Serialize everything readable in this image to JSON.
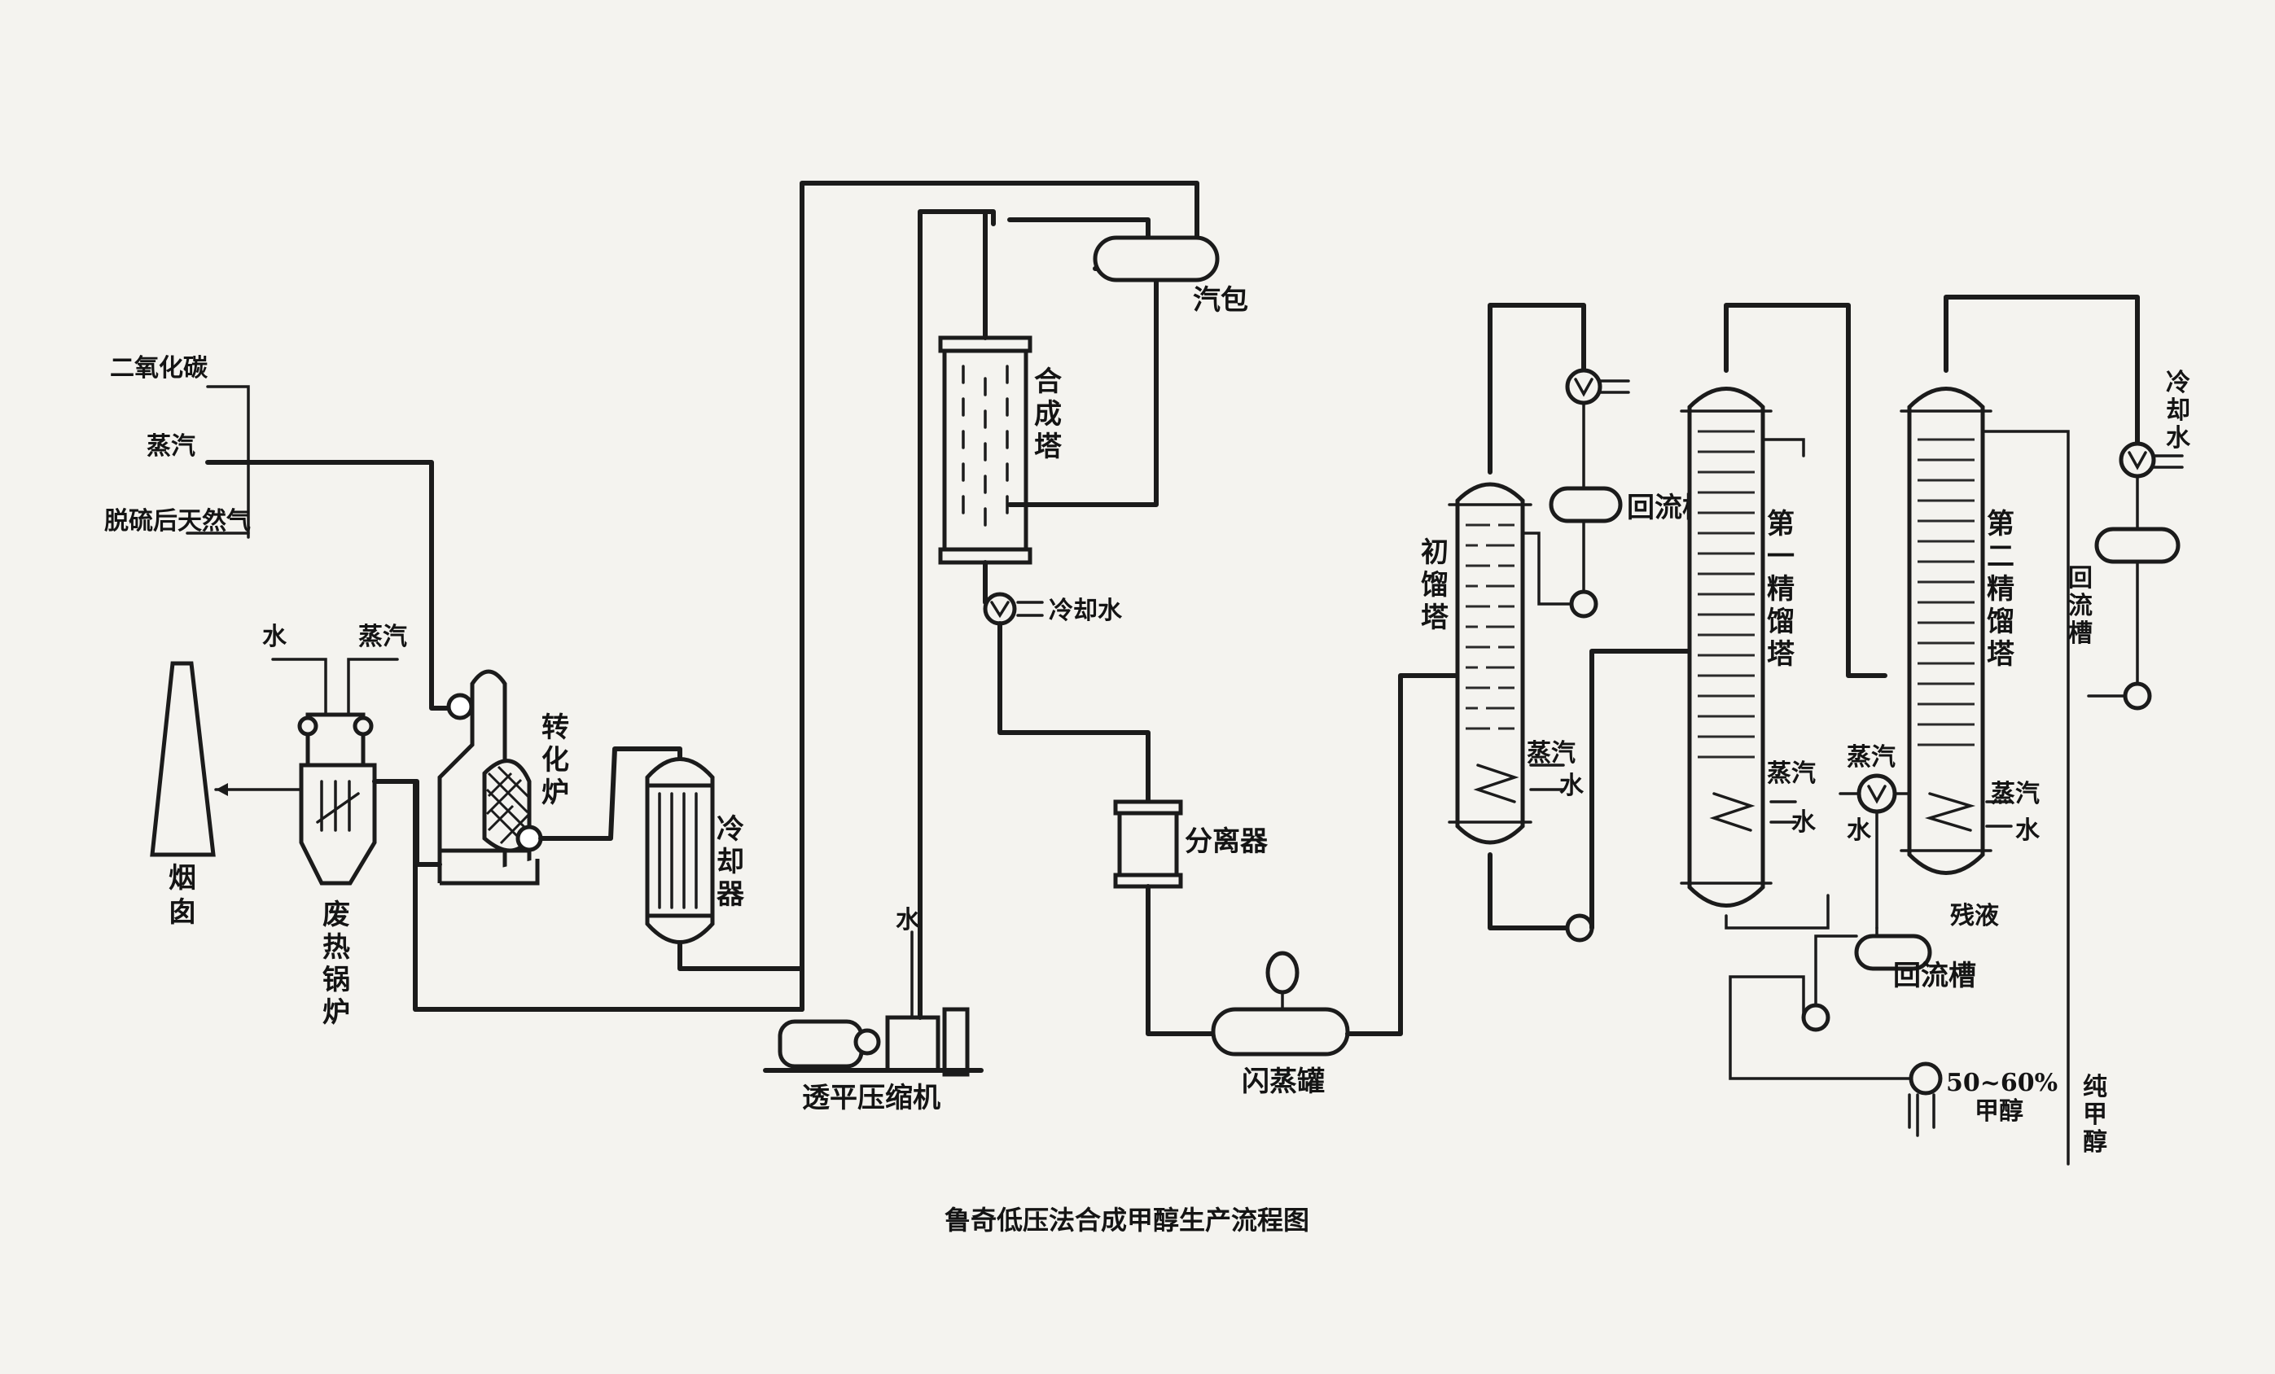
{
  "caption": "鲁奇低压法合成甲醇生产流程图",
  "feeds": {
    "co2": "二氧化碳",
    "steam": "蒸汽",
    "natural_gas": "脱硫后天然气"
  },
  "labels": {
    "chimney": "烟囱",
    "waste_heat_boiler": "废热锅炉",
    "boiler_water": "水",
    "boiler_steam": "蒸汽",
    "reformer": "转化炉",
    "cooler1": "冷却器",
    "compressor": "透平压缩机",
    "compressor_water": "水",
    "synthesis_tower": "合成塔",
    "steam_drum": "汽包",
    "cooling_water1": "冷却水",
    "separator": "分离器",
    "flash_tank": "闪蒸罐",
    "prefractionator": "初馏塔",
    "pre_steam": "蒸汽",
    "pre_water": "水",
    "reflux1": "回流槽",
    "rect1": "第一精馏塔",
    "rect1_steam": "蒸汽",
    "rect1_water": "水",
    "mid_steam": "蒸汽",
    "mid_water": "水",
    "rect2": "第二精馏塔",
    "rect2_steam": "蒸汽",
    "rect2_water": "水",
    "cooling_water2": "冷却水",
    "reflux2": "回流槽",
    "residue": "残液",
    "reflux3": "回流槽",
    "methanol_dilute": "50~60%",
    "methanol_dilute_unit": "甲醇",
    "pure_methanol": "纯甲醇"
  }
}
